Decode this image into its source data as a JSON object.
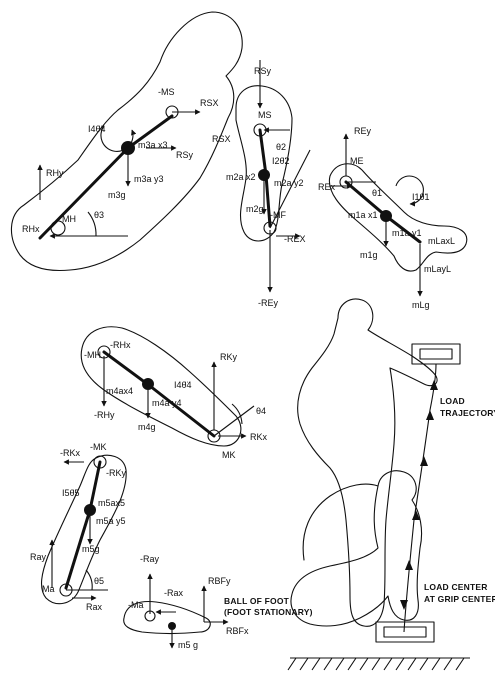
{
  "diagram": {
    "upper_arm_panel": {
      "labels": [
        "-MS",
        "RSX",
        "I4θ̈4",
        "m3a x3",
        "RSy",
        "RHy",
        "m3g",
        "m3a y3",
        "RHx",
        "MH",
        "θ3"
      ]
    },
    "trunk_panel": {
      "labels": [
        "RSy",
        "MS",
        "RSX",
        "θ2",
        "I2θ̈2",
        "m2a x2",
        "m2a y2",
        "m2g",
        "-MF",
        "-REX",
        "-REy"
      ]
    },
    "forearm_panel": {
      "labels": [
        "REy",
        "ME",
        "REx",
        "θ1",
        "I1θ̈1",
        "m1a x1",
        "m1a y1",
        "m1g",
        "mLaxL",
        "mLayL",
        "mLg"
      ]
    },
    "thigh_panel": {
      "labels": [
        "-MH",
        "-RHx",
        "RKy",
        "I4θ̈4",
        "m4ax4",
        "m4a y4",
        "-RHy",
        "m4g",
        "θ4",
        "RKx",
        "MK"
      ]
    },
    "shank_panel": {
      "labels": [
        "-RKx",
        "-MK",
        "-RKy",
        "I5θ̈5",
        "m5ax5",
        "m5a y5",
        "m5g",
        "Ray",
        "Ma",
        "θ5",
        "Rax"
      ]
    },
    "foot_panel": {
      "labels": [
        "-Ray",
        "-Ma",
        "-Rax",
        "RBFy",
        "RBFx",
        "m5 g"
      ],
      "caption_line1": "BALL OF FOOT",
      "caption_line2": "(FOOT STATIONARY)"
    },
    "lifter": {
      "load_trajectory_line1": "LOAD",
      "load_trajectory_line2": "TRAJECTORY",
      "load_center_line1": "LOAD CENTER",
      "load_center_line2": "AT GRIP CENTER"
    }
  }
}
